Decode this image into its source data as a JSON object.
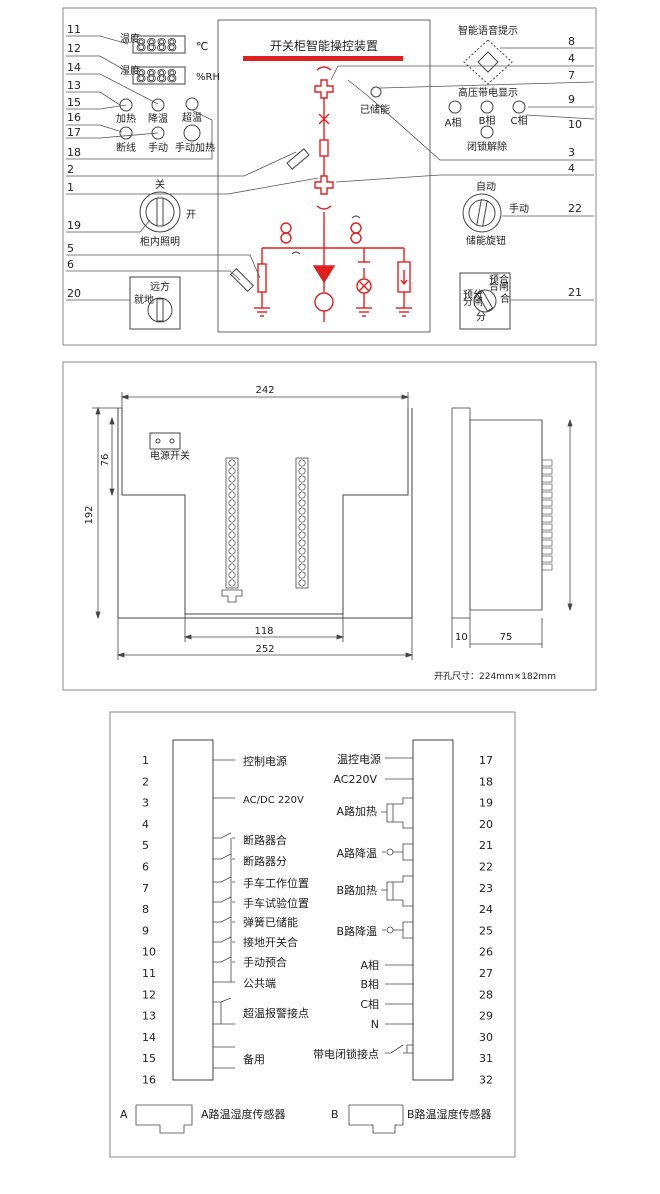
{
  "panel": {
    "title": "开关柜智能操控装置",
    "temp_label": "温度",
    "temp_unit": "℃",
    "hum_label": "湿度",
    "hum_unit": "%RH",
    "digits": "8888",
    "btn_heat": "加热",
    "btn_cool": "降温",
    "btn_overtemp": "超温",
    "btn_disconnect": "断线",
    "btn_manual": "手动",
    "btn_manual_heat": "手动加热",
    "knob_off": "关",
    "knob_on": "开",
    "knob_caption": "柜内照明",
    "stored_energy": "已储能",
    "voice_title": "智能语音提示",
    "hv_title": "高压带电显示",
    "phase_a": "A相",
    "phase_b": "B相",
    "phase_c": "C相",
    "unlock": "闭锁解除",
    "auto": "自动",
    "manual": "手动",
    "storage_knob": "储能旋钮",
    "remote": "远方",
    "local": "就地",
    "sw21_labels": [
      "预合",
      "合闸",
      "预分",
      "分闸",
      "合",
      "分"
    ],
    "callouts_left": [
      "11",
      "12",
      "14",
      "13",
      "15",
      "16",
      "17",
      "18",
      "2",
      "1",
      "19",
      "5",
      "6",
      "20"
    ],
    "callouts_right": [
      "8",
      "4",
      "7",
      "9",
      "10",
      "3",
      "4",
      "22",
      "21"
    ]
  },
  "dims": {
    "power_switch": "电源开关",
    "w242": "242",
    "h76": "76",
    "h192": "192",
    "w118": "118",
    "w252": "252",
    "d10": "10",
    "d75": "75",
    "cutout": "开孔尺寸：224mm×182mm"
  },
  "wiring": {
    "left_numbers": [
      "1",
      "2",
      "3",
      "4",
      "5",
      "6",
      "7",
      "8",
      "9",
      "10",
      "11",
      "12",
      "13",
      "14",
      "15",
      "16"
    ],
    "left_labels": [
      "控制电源",
      "AC/DC 220V",
      "断路器合",
      "断路器分",
      "手车工作位置",
      "手车试验位置",
      "弹簧已储能",
      "接地开关合",
      "手动预合",
      "公共端",
      "超温报警接点",
      "备用"
    ],
    "right_numbers": [
      "17",
      "18",
      "19",
      "20",
      "21",
      "22",
      "23",
      "24",
      "25",
      "26",
      "27",
      "28",
      "29",
      "30",
      "31",
      "32"
    ],
    "right_labels": [
      "温控电源",
      "AC220V",
      "A路加热",
      "A路降温",
      "B路加热",
      "B路降温",
      "A相",
      "B相",
      "C相",
      "N",
      "带电闭锁接点"
    ],
    "sensor_a_letter": "A",
    "sensor_a": "A路温湿度传感器",
    "sensor_b_letter": "B",
    "sensor_b": "B路温湿度传感器"
  }
}
